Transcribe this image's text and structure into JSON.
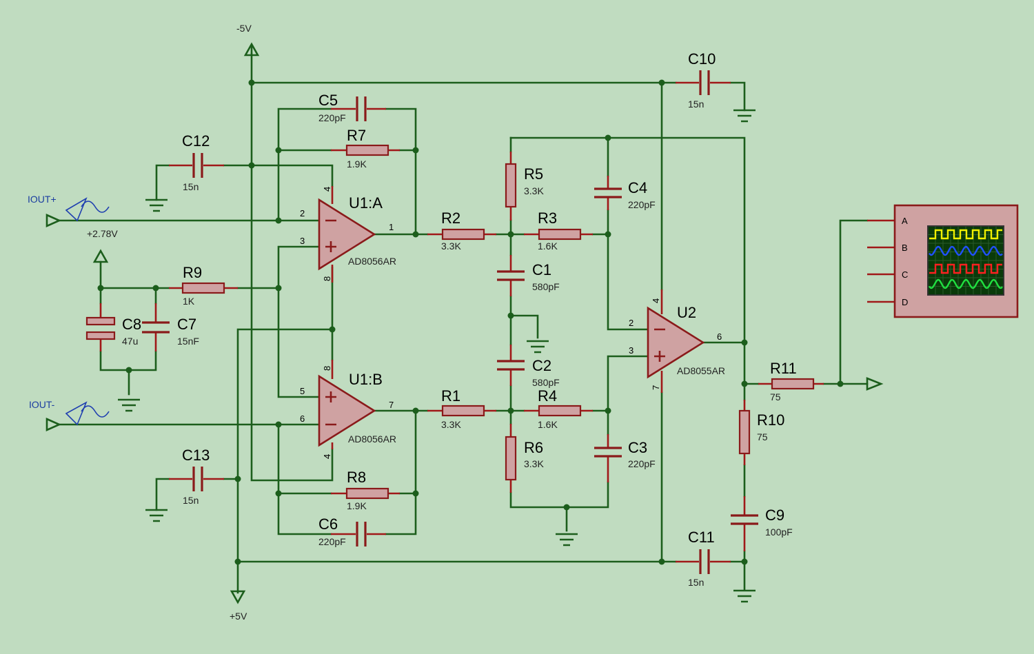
{
  "rails": {
    "neg_supply": "-5V",
    "pos_supply": "+5V"
  },
  "inputs": {
    "iout_plus": {
      "label": "IOUT+",
      "dc": "+2.78V"
    },
    "iout_minus": {
      "label": "IOUT-"
    }
  },
  "opamps": {
    "u1a": {
      "ref": "U1:A",
      "part": "AD8056AR",
      "pin_inv": "2",
      "pin_noninv": "3",
      "pin_out": "1",
      "pin_vpos": "4",
      "pin_vneg": "8"
    },
    "u1b": {
      "ref": "U1:B",
      "part": "AD8056AR",
      "pin_noninv": "5",
      "pin_inv": "6",
      "pin_out": "7",
      "pin_vpos": "8",
      "pin_vneg": "4"
    },
    "u2": {
      "ref": "U2",
      "part": "AD8055AR",
      "pin_inv": "2",
      "pin_noninv": "3",
      "pin_out": "6",
      "pin_top": "4",
      "pin_bot": "7"
    }
  },
  "resistors": {
    "r1": {
      "ref": "R1",
      "value": "3.3K"
    },
    "r2": {
      "ref": "R2",
      "value": "3.3K"
    },
    "r3": {
      "ref": "R3",
      "value": "1.6K"
    },
    "r4": {
      "ref": "R4",
      "value": "1.6K"
    },
    "r5": {
      "ref": "R5",
      "value": "3.3K"
    },
    "r6": {
      "ref": "R6",
      "value": "3.3K"
    },
    "r7": {
      "ref": "R7",
      "value": "1.9K"
    },
    "r8": {
      "ref": "R8",
      "value": "1.9K"
    },
    "r9": {
      "ref": "R9",
      "value": "1K"
    },
    "r10": {
      "ref": "R10",
      "value": "75"
    },
    "r11": {
      "ref": "R11",
      "value": "75"
    }
  },
  "capacitors": {
    "c1": {
      "ref": "C1",
      "value": "580pF"
    },
    "c2": {
      "ref": "C2",
      "value": "580pF"
    },
    "c3": {
      "ref": "C3",
      "value": "220pF"
    },
    "c4": {
      "ref": "C4",
      "value": "220pF"
    },
    "c5": {
      "ref": "C5",
      "value": "220pF"
    },
    "c6": {
      "ref": "C6",
      "value": "220pF"
    },
    "c7": {
      "ref": "C7",
      "value": "15nF"
    },
    "c8": {
      "ref": "C8",
      "value": "47u"
    },
    "c9": {
      "ref": "C9",
      "value": "100pF"
    },
    "c10": {
      "ref": "C10",
      "value": "15n"
    },
    "c11": {
      "ref": "C11",
      "value": "15n"
    },
    "c12": {
      "ref": "C12",
      "value": "15n"
    },
    "c13": {
      "ref": "C13",
      "value": "15n"
    }
  },
  "oscilloscope": {
    "channels": [
      "A",
      "B",
      "C",
      "D"
    ],
    "trace_colors": [
      "#f0f000",
      "#2050ff",
      "#ff2020",
      "#20e040"
    ],
    "screen_bg": "#0a3a0a"
  },
  "colors": {
    "background": "#c0dcc0",
    "wire": "#1c5e1c",
    "component": "#8a1a1a",
    "component_fill": "#cfa2a2",
    "generator": "#2040b0"
  }
}
